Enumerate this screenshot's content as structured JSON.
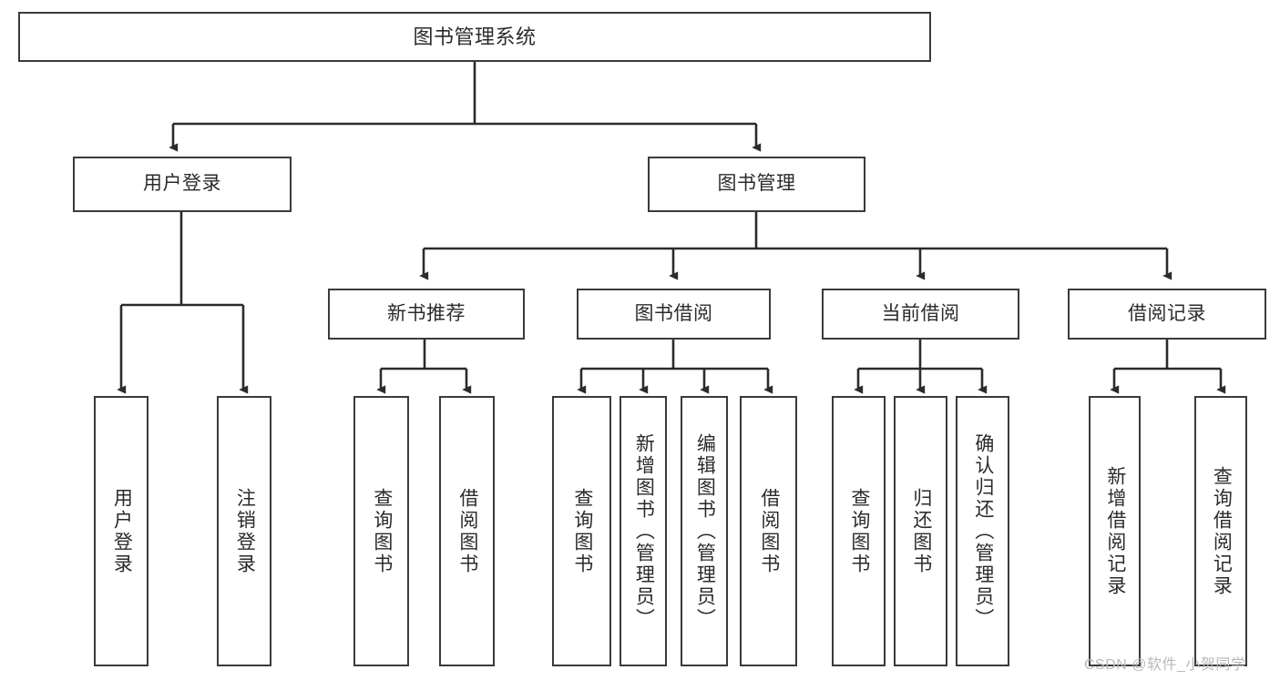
{
  "diagram": {
    "title": "图书管理系统",
    "type": "tree",
    "orientation": "top-down",
    "colors": {
      "box_stroke": "#3a3a3a",
      "box_fill": "#ffffff",
      "text": "#2b2b2b",
      "edge": "#2b2b2b",
      "watermark": "#b9b9b9",
      "background": "#ffffff"
    },
    "root": {
      "label": "图书管理系统"
    },
    "level2": [
      {
        "label": "用户登录"
      },
      {
        "label": "图书管理"
      }
    ],
    "level3": [
      {
        "label": "新书推荐"
      },
      {
        "label": "图书借阅"
      },
      {
        "label": "当前借阅"
      },
      {
        "label": "借阅记录"
      }
    ],
    "leaves": {
      "user_login": [
        {
          "label": "用户登录"
        },
        {
          "label": "注销登录"
        }
      ],
      "new_book_recommend": [
        {
          "label": "查询图书"
        },
        {
          "label": "借阅图书"
        }
      ],
      "book_borrow": [
        {
          "label": "查询图书"
        },
        {
          "label": "新增图书（管理员）"
        },
        {
          "label": "编辑图书（管理员）"
        },
        {
          "label": "借阅图书"
        }
      ],
      "current_borrow": [
        {
          "label": "查询图书"
        },
        {
          "label": "归还图书"
        },
        {
          "label": "确认归还（管理员）"
        }
      ],
      "borrow_record": [
        {
          "label": "新增借阅记录"
        },
        {
          "label": "查询借阅记录"
        }
      ]
    }
  },
  "watermark": {
    "text": "CSDN @软件_小贺同学"
  }
}
